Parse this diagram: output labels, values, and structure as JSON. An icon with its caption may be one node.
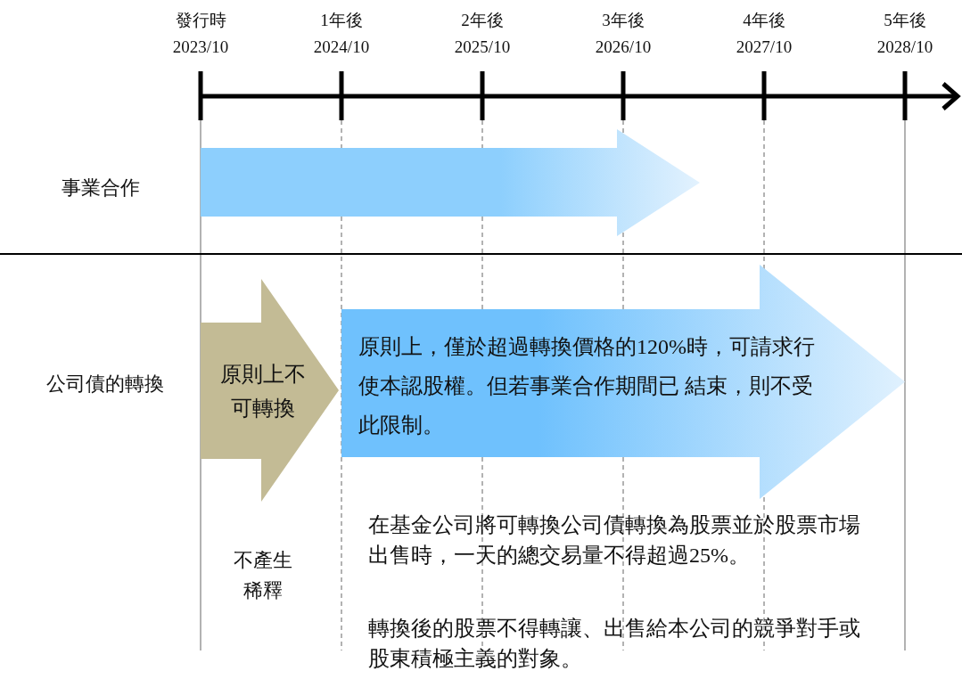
{
  "diagram": {
    "nodes": [
      {
        "text": [],
        "shape": "arrow"
      },
      {
        "text": [
          "原則上不可轉換"
        ]
      },
      {
        "text": [
          "原則上，僅於超過轉換價格的120%時，可請求行使本認股權。但若事業合作期間已 結束，則不受此限制。"
        ]
      }
    ],
    "labels": [
      "發行時",
      "2023/10",
      "1年後",
      "2024/10",
      "2年後",
      "2025/10",
      "3年後",
      "2026/10",
      "4年後",
      "2027/10",
      "5年後",
      "2028/10",
      "事業合作",
      "公司債的轉換",
      "不產生稀釋",
      "在基金公司將可轉換公司債轉換為股票並於股票市場出售時，一天的總交易量不得超過25%。",
      "轉換後的股票不得轉讓、出售給本公司的競爭對手或股東積極主義的對象。"
    ]
  }
}
